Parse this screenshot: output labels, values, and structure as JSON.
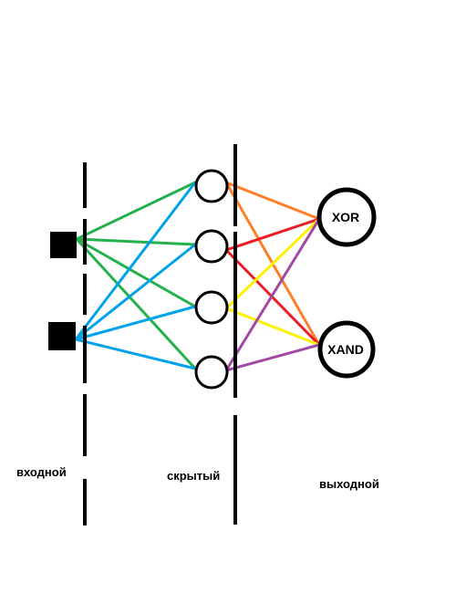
{
  "layers": {
    "input": {
      "label": "входной"
    },
    "hidden": {
      "label": "скрытый"
    },
    "output": {
      "label": "выходной"
    }
  },
  "output_nodes": [
    {
      "id": "xor",
      "label": "XOR"
    },
    {
      "id": "xand",
      "label": "XAND"
    }
  ],
  "colors": {
    "green": "#22b14c",
    "blue": "#00a2e8",
    "orange": "#ff7f27",
    "red": "#ed1c24",
    "yellow": "#fff200",
    "purple": "#a349a4",
    "black": "#000000"
  },
  "connections": [
    {
      "from": "in1",
      "to": "h1",
      "color": "green"
    },
    {
      "from": "in1",
      "to": "h2",
      "color": "green"
    },
    {
      "from": "in1",
      "to": "h3",
      "color": "green"
    },
    {
      "from": "in1",
      "to": "h4",
      "color": "green"
    },
    {
      "from": "in2",
      "to": "h1",
      "color": "blue"
    },
    {
      "from": "in2",
      "to": "h2",
      "color": "blue"
    },
    {
      "from": "in2",
      "to": "h3",
      "color": "blue"
    },
    {
      "from": "in2",
      "to": "h4",
      "color": "blue"
    },
    {
      "from": "h1",
      "to": "xor",
      "color": "orange"
    },
    {
      "from": "h1",
      "to": "xand",
      "color": "orange"
    },
    {
      "from": "h2",
      "to": "xor",
      "color": "red"
    },
    {
      "from": "h2",
      "to": "xand",
      "color": "red"
    },
    {
      "from": "h3",
      "to": "xor",
      "color": "yellow"
    },
    {
      "from": "h3",
      "to": "xand",
      "color": "yellow"
    },
    {
      "from": "h4",
      "to": "xor",
      "color": "purple"
    },
    {
      "from": "h4",
      "to": "xand",
      "color": "purple"
    }
  ]
}
